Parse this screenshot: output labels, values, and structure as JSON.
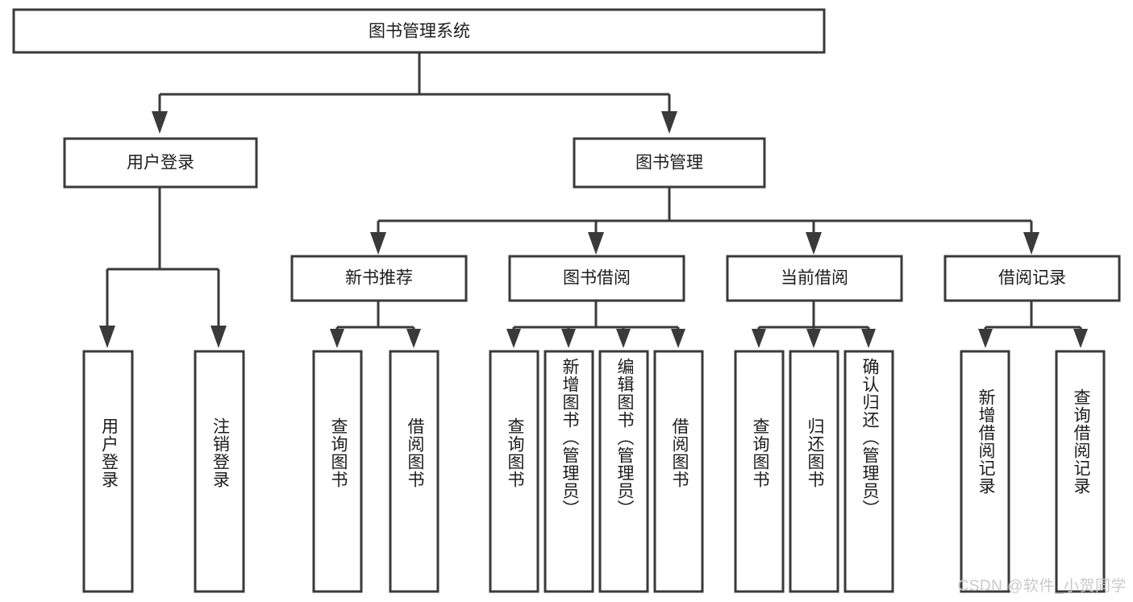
{
  "diagram": {
    "type": "hierarchy-tree",
    "title": "图书管理系统",
    "root": {
      "label": "图书管理系统"
    },
    "level1": [
      {
        "label": "用户登录"
      },
      {
        "label": "图书管理"
      }
    ],
    "level2": [
      {
        "label": "新书推荐"
      },
      {
        "label": "图书借阅"
      },
      {
        "label": "当前借阅"
      },
      {
        "label": "借阅记录"
      }
    ],
    "leaves": {
      "user_login": [
        {
          "label": "用户登录"
        },
        {
          "label": "注销登录"
        }
      ],
      "new_book_recommend": [
        {
          "label": "查询图书"
        },
        {
          "label": "借阅图书"
        }
      ],
      "book_borrow": [
        {
          "label": "查询图书"
        },
        {
          "label": "新增图书（管理员）"
        },
        {
          "label": "编辑图书（管理员）"
        },
        {
          "label": "借阅图书"
        }
      ],
      "current_borrow": [
        {
          "label": "查询图书"
        },
        {
          "label": "归还图书"
        },
        {
          "label": "确认归还（管理员）"
        }
      ],
      "borrow_record": [
        {
          "label": "新增借阅记录"
        },
        {
          "label": "查询借阅记录"
        }
      ]
    }
  },
  "watermark": {
    "text": "CSDN @软件_小贺同学"
  },
  "colors": {
    "box_stroke": "#3a3a3a",
    "connector": "#3a3a3a",
    "text": "#1c1c1c",
    "background": "#ffffff",
    "watermark": "#c9c9c9"
  }
}
